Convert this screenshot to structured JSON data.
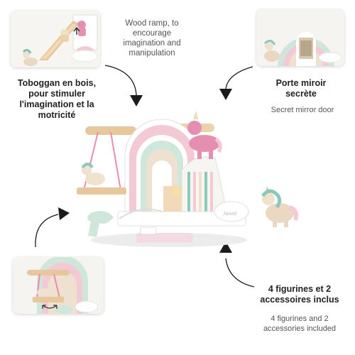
{
  "captions": {
    "top_center_en": "Wood ramp, to encourage imagination and manipulation",
    "left_fr": "Toboggan en bois, pour stimuler l'imagination et la motricité",
    "right_fr": "Porte miroir secrète",
    "right_en": "Secret mirror door",
    "bottom_right_fr": "4 figurines et 2 accessoires inclus",
    "bottom_right_en": "4 figurines and 2 accessories included"
  },
  "labels": {
    "brand_mark": "Janod",
    "inset_top_left_icon": "arrow-up-icon",
    "inset_bottom_left_icon": "rotate-arrow-icon"
  },
  "colors": {
    "rainbow_pink": "#f3c9d6",
    "rainbow_mint": "#cfe6db",
    "rainbow_sand": "#efe1cf",
    "wood": "#e7c79b",
    "unicorn_pink": "#e58fb0",
    "arrow_dark": "#1b1b1b"
  }
}
